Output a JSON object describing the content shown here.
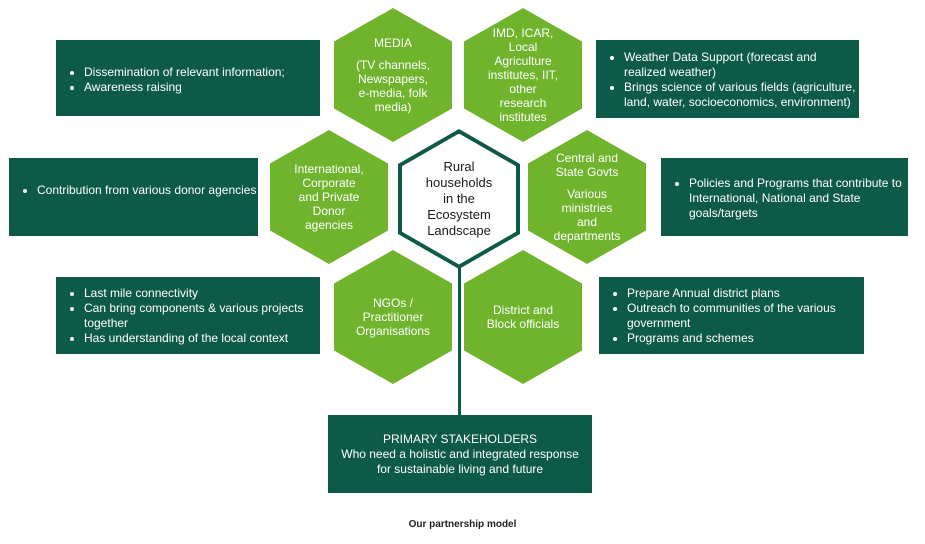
{
  "center": {
    "lines": [
      "Rural",
      "households",
      "in the",
      "Ecosystem",
      "Landscape"
    ]
  },
  "hexes": {
    "media": {
      "lines": [
        "MEDIA",
        "",
        "(TV channels,",
        "Newspapers,",
        "e-media, folk",
        "media)"
      ]
    },
    "research": {
      "lines": [
        "IMD, ICAR,",
        "Local",
        "Agriculture",
        "institutes, IIT,",
        "other",
        "research",
        "institutes"
      ]
    },
    "international": {
      "lines": [
        "International,",
        "Corporate",
        "and Private",
        "Donor",
        "agencies"
      ]
    },
    "govts": {
      "lines": [
        "Central and",
        "State Govts",
        "",
        "Various",
        "ministries",
        "and",
        "departments"
      ]
    },
    "ngos": {
      "lines": [
        "NGOs /",
        "Practitioner",
        "Organisations"
      ]
    },
    "district": {
      "lines": [
        "District and",
        "Block officials"
      ]
    }
  },
  "boxes": {
    "media": [
      "Dissemination of relevant information;",
      "Awareness raising"
    ],
    "research": [
      "Weather Data Support (forecast and realized weather)",
      "Brings science of various fields (agriculture, land, water, socioeconomics, environment)"
    ],
    "international": [
      "Contribution from various donor agencies"
    ],
    "govts": [
      "Policies and Programs that contribute to International, National and State goals/targets"
    ],
    "ngos": [
      "Last mile connectivity",
      "Can bring components & various projects together",
      "Has understanding of the local context"
    ],
    "district": [
      "Prepare Annual district plans",
      "Outreach to communities of the various government",
      "Programs and schemes"
    ]
  },
  "primary": {
    "title": "PRIMARY STAKEHOLDERS",
    "line1": "Who need a holistic and integrated response",
    "line2": "for sustainable living and future"
  },
  "caption": "Our partnership model",
  "colors": {
    "dark_green": "#0e5a48",
    "light_green": "#6fb42c"
  }
}
